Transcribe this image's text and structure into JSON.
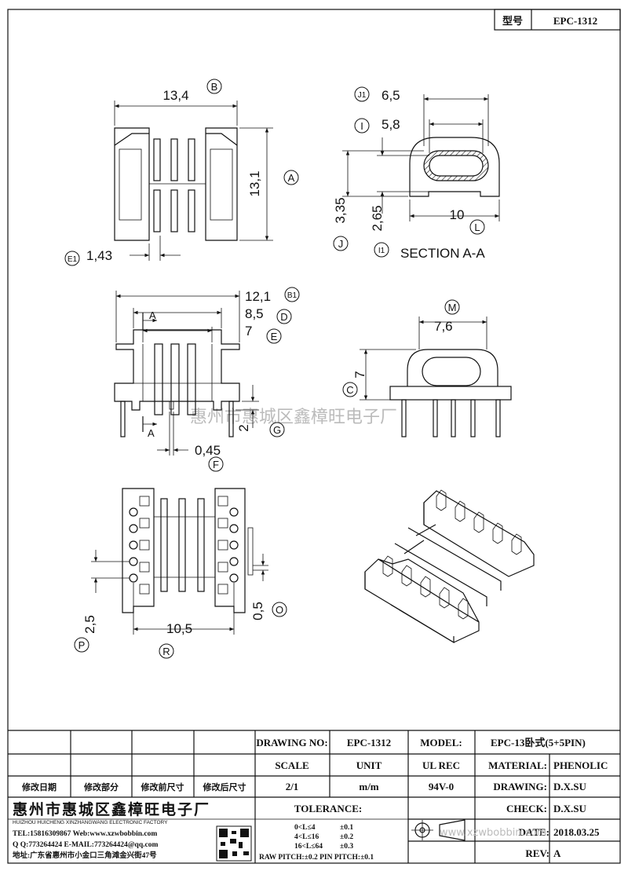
{
  "header": {
    "type_label": "型号",
    "type_value": "EPC-1312"
  },
  "dimensions": {
    "b": "13,4",
    "a": "13,1",
    "e1": "1,43",
    "j1": "6,5",
    "i": "5,8",
    "j": "3,35",
    "i1": "2,65",
    "l": "10",
    "section_label": "SECTION A-A",
    "b1": "12,1",
    "d": "8,5",
    "e": "7",
    "g": "2",
    "f": "0,45",
    "m": "7,6",
    "c": "7",
    "p": "2,5",
    "r": "10,5",
    "o": "0,5",
    "section_mark": "A"
  },
  "markers": {
    "a": "A",
    "b": "B",
    "b1": "B1",
    "c": "C",
    "d": "D",
    "e": "E",
    "e1": "E1",
    "f": "F",
    "g": "G",
    "i": "I",
    "i1": "I1",
    "j": "J",
    "j1": "J1",
    "l": "L",
    "m": "M",
    "o": "O",
    "p": "P",
    "r": "R"
  },
  "watermark": "惠州市惠城区鑫樟旺电子厂",
  "title_block": {
    "drawing_no_label": "DRAWING NO:",
    "drawing_no": "EPC-1312",
    "model_label": "MODEL:",
    "model": "EPC-13卧式(5+5PIN)",
    "scale_label": "SCALE",
    "unit_label": "UNIT",
    "ul_rec_label": "UL REC",
    "material_label": "MATERIAL:",
    "material": "PHENOLIC",
    "scale": "2/1",
    "unit": "m/m",
    "ul_rec": "94V-0",
    "drawing_label": "DRAWING:",
    "drawing_by": "D.X.SU",
    "check_label": "CHECK:",
    "check_by": "D.X.SU",
    "date_label": "DATE:",
    "date": "2018.03.25",
    "rev_label": "REV:",
    "rev": "A",
    "tolerance_label": "TOLERANCE:",
    "tolerances": [
      {
        "range": "0<L≤4",
        "value": "±0.1"
      },
      {
        "range": "4<L≤16",
        "value": "±0.2"
      },
      {
        "range": "16<L≤64",
        "value": "±0.3"
      }
    ],
    "raw_pitch": "RAW PITCH:±0.2 PIN PITCH:±0.1",
    "revision_headers": [
      "修改日期",
      "修改部分",
      "修改前尺寸",
      "修改后尺寸"
    ],
    "company_cn": "惠州市惠城区鑫樟旺电子厂",
    "company_en": "HUIZHOU HUICHENG XINZHANGWANG ELECTRONIC FACTORY",
    "tel": "TEL:15816309867 Web:www.xzwbobbin.com",
    "qq": "Q Q:773264424 E-MAIL:773264424@qq.com",
    "address": "地址:广东省惠州市小金口三角滩金兴街47号",
    "web_watermark": "www.xzwbobbin.com"
  }
}
